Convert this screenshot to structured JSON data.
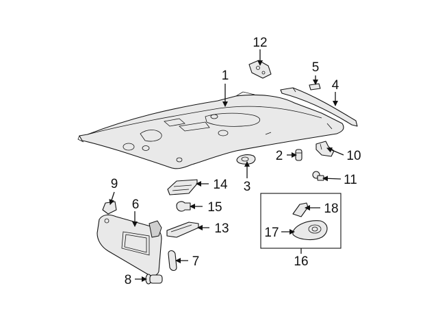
{
  "diagram": {
    "callouts": {
      "c1": "1",
      "c2": "2",
      "c3": "3",
      "c4": "4",
      "c5": "5",
      "c6": "6",
      "c7": "7",
      "c8": "8",
      "c9": "9",
      "c10": "10",
      "c11": "11",
      "c12": "12",
      "c13": "13",
      "c14": "14",
      "c15": "15",
      "c16": "16",
      "c17": "17",
      "c18": "18"
    },
    "line_color": "#111111",
    "part_fill": "#e9e9e9",
    "background": "#ffffff"
  }
}
